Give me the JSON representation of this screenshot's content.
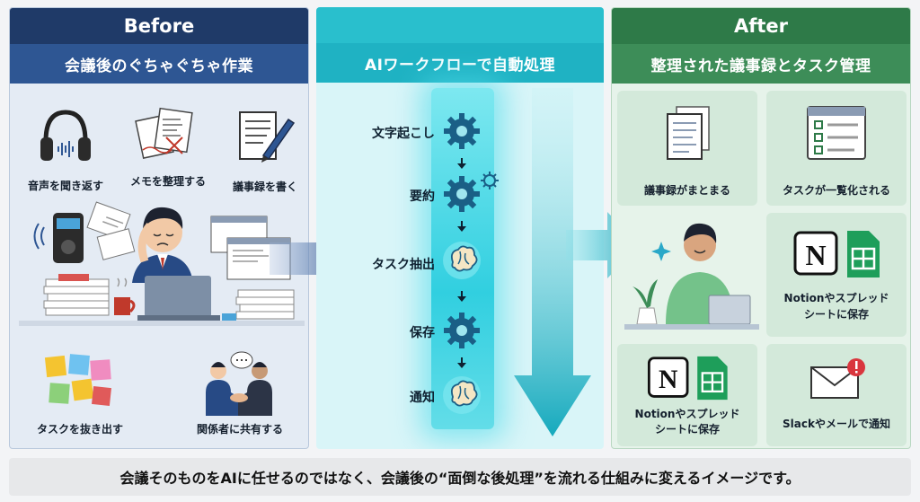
{
  "before": {
    "title": "Before",
    "subtitle": "会議後のぐちゃぐちゃ作業",
    "items": [
      {
        "label": "音声を聞き返す",
        "icon": "headphones-icon"
      },
      {
        "label": "メモを整理する",
        "icon": "messy-notes-icon"
      },
      {
        "label": "議事録を書く",
        "icon": "document-pen-icon"
      },
      {
        "label": "タスクを抜き出す",
        "icon": "sticky-notes-icon"
      },
      {
        "label": "関係者に共有する",
        "icon": "handshake-icon"
      }
    ],
    "illustration": "stressed-worker-illustration"
  },
  "ai": {
    "title": "",
    "subtitle": "AIワークフローで自動処理",
    "steps": [
      {
        "label": "文字起こし",
        "icon": "gear-icon"
      },
      {
        "label": "要約",
        "icon": "gear-icon"
      },
      {
        "label": "タスク抽出",
        "icon": "brain-icon"
      },
      {
        "label": "保存",
        "icon": "gear-icon"
      },
      {
        "label": "通知",
        "icon": "brain-icon"
      }
    ]
  },
  "after": {
    "title": "After",
    "subtitle": "整理された議事録とタスク管理",
    "items": [
      {
        "label": "議事録がまとまる",
        "icon": "documents-icon"
      },
      {
        "label": "タスクが一覧化される",
        "icon": "checklist-icon"
      },
      {
        "label": "Notionやスプレッド",
        "label2": "シートに保存",
        "icon": "notion-sheets-icon"
      },
      {
        "label": "Notionやスプレッド",
        "label2": "シートに保存",
        "icon": "notion-sheets-icon"
      },
      {
        "label": "Slackやメールで通知",
        "icon": "mail-alert-icon"
      }
    ],
    "illustration": "calm-worker-illustration"
  },
  "footer": {
    "text": "会議そのものをAIに任せるのではなく、会議後の“面倒な後処理”を流れる仕組みに変えるイメージです。"
  },
  "colors": {
    "before_header": "#1f3a68",
    "ai_header": "#29bfcd",
    "after_header": "#2e7a48"
  }
}
